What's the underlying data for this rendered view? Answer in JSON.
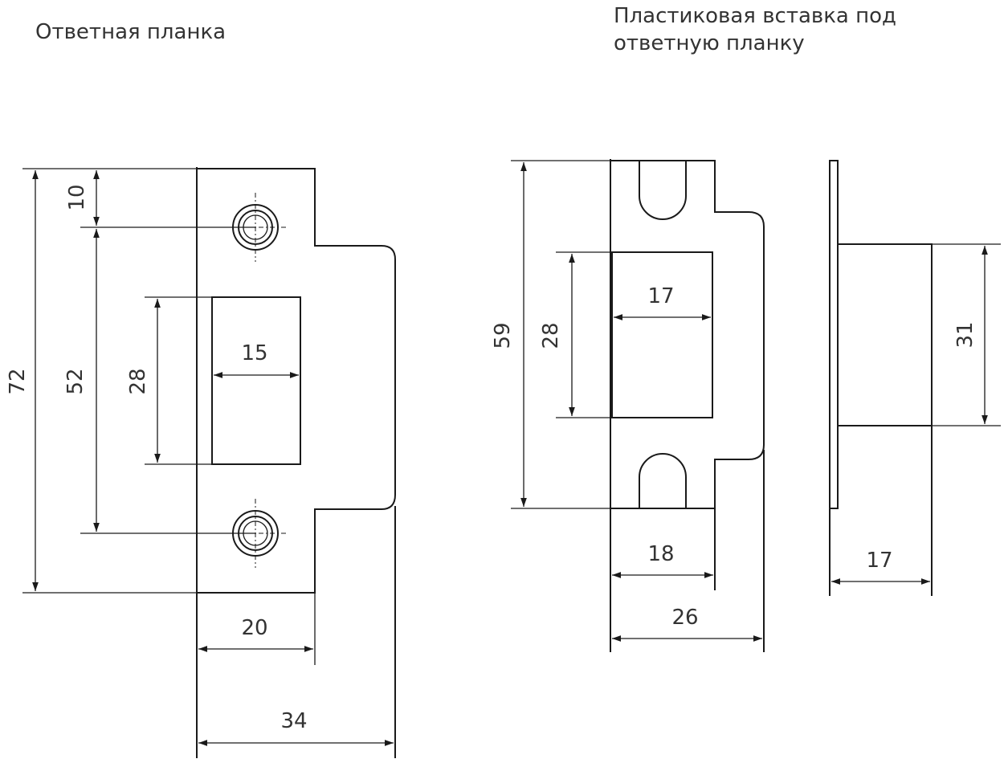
{
  "captions": {
    "strike_plate": "Ответная планка",
    "insert_line1": "Пластиковая вставка под",
    "insert_line2": "ответную планку"
  },
  "dimensions": {
    "plate_height": "72",
    "plate_hole_offset": "10",
    "plate_hole_spacing": "52",
    "plate_opening_height": "28",
    "plate_opening_width": "15",
    "plate_body_width": "20",
    "plate_total_width": "34",
    "insert_height": "59",
    "insert_opening_height": "28",
    "insert_opening_width": "17",
    "insert_body_width": "18",
    "insert_total_width": "26",
    "insert_side_height": "31",
    "insert_side_depth": "17"
  },
  "colors": {
    "line": "#1a1a1a",
    "text": "#333333",
    "background": "#ffffff"
  }
}
